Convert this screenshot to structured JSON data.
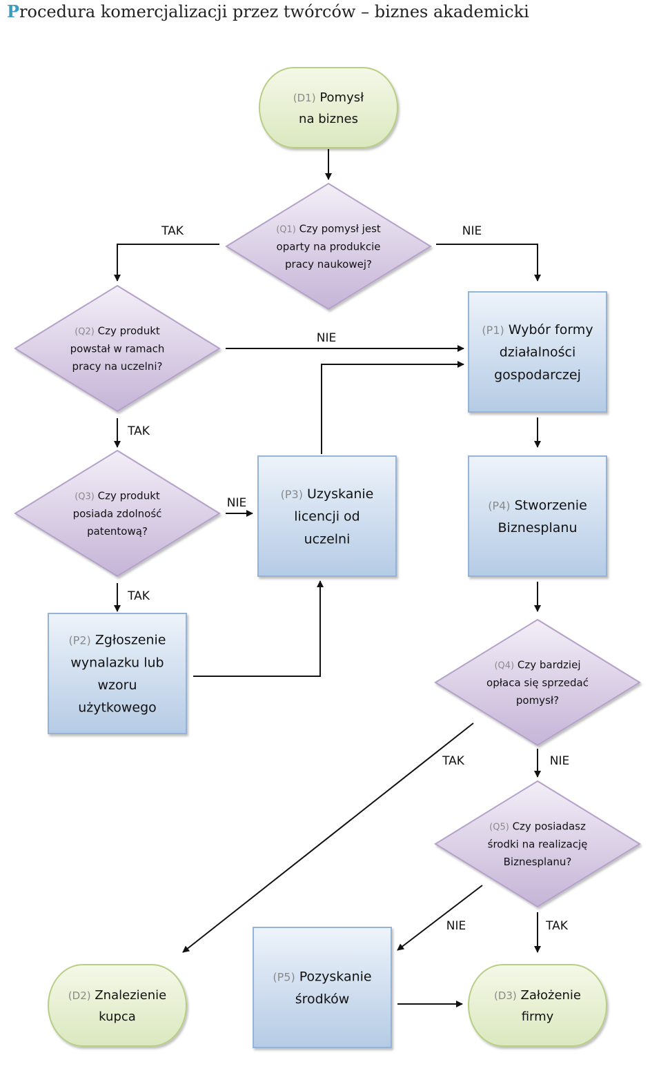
{
  "title": {
    "first_letter": "P",
    "rest": "rocedura komercjalizacji przez twórców – biznes akademicki"
  },
  "colors": {
    "title_accent": "#3a9cc0",
    "terminal_fill": "#e6efcf",
    "terminal_stroke": "#b7ce84",
    "decision_fill_top": "#f3eef7",
    "decision_fill_bottom": "#c5b4d7",
    "decision_stroke": "#b4a1c9",
    "process_fill_top": "#edf3fa",
    "process_fill_bottom": "#b5cbe5",
    "process_stroke": "#94b3d6"
  },
  "nodes": [
    {
      "id": "D1",
      "kind": "terminal",
      "code": "(D1)",
      "lines": [
        "Pomysł",
        "na biznes"
      ],
      "first_line_with_code": true
    },
    {
      "id": "Q1",
      "kind": "decision",
      "code": "(Q1)",
      "lines": [
        "Czy pomysł jest",
        "oparty na produkcie",
        "pracy naukowej?"
      ]
    },
    {
      "id": "Q2",
      "kind": "decision",
      "code": "(Q2)",
      "lines": [
        "Czy produkt",
        "powstał w ramach",
        "pracy na uczelni?"
      ]
    },
    {
      "id": "P1",
      "kind": "process",
      "code": "(P1)",
      "lines": [
        "Wybór formy",
        "działalności",
        "gospodarczej"
      ]
    },
    {
      "id": "Q3",
      "kind": "decision",
      "code": "(Q3)",
      "lines": [
        "Czy produkt",
        "posiada zdolność",
        "patentową?"
      ]
    },
    {
      "id": "P3",
      "kind": "process",
      "code": "(P3)",
      "lines": [
        "Uzyskanie",
        "licencji od",
        "uczelni"
      ]
    },
    {
      "id": "P4",
      "kind": "process",
      "code": "(P4)",
      "lines": [
        "Stworzenie",
        "Biznesplanu"
      ]
    },
    {
      "id": "P2",
      "kind": "process",
      "code": "(P2)",
      "lines": [
        "Zgłoszenie",
        "wynalazku lub",
        "wzoru",
        "użytkowego"
      ]
    },
    {
      "id": "Q4",
      "kind": "decision",
      "code": "(Q4)",
      "lines": [
        "Czy bardziej",
        "opłaca się sprzedać",
        "pomysł?"
      ]
    },
    {
      "id": "Q5",
      "kind": "decision",
      "code": "(Q5)",
      "lines": [
        "Czy posiadasz",
        "środki na realizację",
        "Biznesplanu?"
      ]
    },
    {
      "id": "D2",
      "kind": "terminal",
      "code": "(D2)",
      "lines": [
        "Znalezienie",
        "kupca"
      ]
    },
    {
      "id": "P5",
      "kind": "process",
      "code": "(P5)",
      "lines": [
        "Pozyskanie",
        "środków"
      ]
    },
    {
      "id": "D3",
      "kind": "terminal",
      "code": "(D3)",
      "lines": [
        "Założenie",
        "firmy"
      ]
    }
  ],
  "edges": [
    {
      "from": "D1",
      "to": "Q1",
      "label": ""
    },
    {
      "from": "Q1",
      "to": "Q2",
      "label": "TAK"
    },
    {
      "from": "Q1",
      "to": "P1",
      "label": "NIE"
    },
    {
      "from": "Q2",
      "to": "P1",
      "label": "NIE"
    },
    {
      "from": "Q2",
      "to": "Q3",
      "label": "TAK"
    },
    {
      "from": "Q3",
      "to": "P3",
      "label": "NIE"
    },
    {
      "from": "Q3",
      "to": "P2",
      "label": "TAK"
    },
    {
      "from": "P2",
      "to": "P3",
      "label": ""
    },
    {
      "from": "P3",
      "to": "P1",
      "label": ""
    },
    {
      "from": "P1",
      "to": "P4",
      "label": ""
    },
    {
      "from": "P4",
      "to": "Q4",
      "label": ""
    },
    {
      "from": "Q4",
      "to": "D2",
      "label": "TAK"
    },
    {
      "from": "Q4",
      "to": "Q5",
      "label": "NIE"
    },
    {
      "from": "Q5",
      "to": "P5",
      "label": "NIE"
    },
    {
      "from": "Q5",
      "to": "D3",
      "label": "TAK"
    },
    {
      "from": "P5",
      "to": "D3",
      "label": ""
    }
  ]
}
